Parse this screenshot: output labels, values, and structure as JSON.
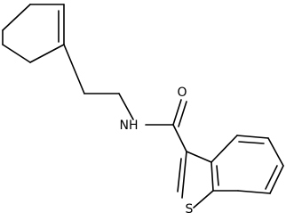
{
  "molecule": {
    "atom_labels": {
      "oxygen": "O",
      "nitrogen_h": "NH",
      "sulfur": "S"
    },
    "colors": {
      "bond": "#000000",
      "label": "#000000",
      "background": "#ffffff"
    }
  }
}
